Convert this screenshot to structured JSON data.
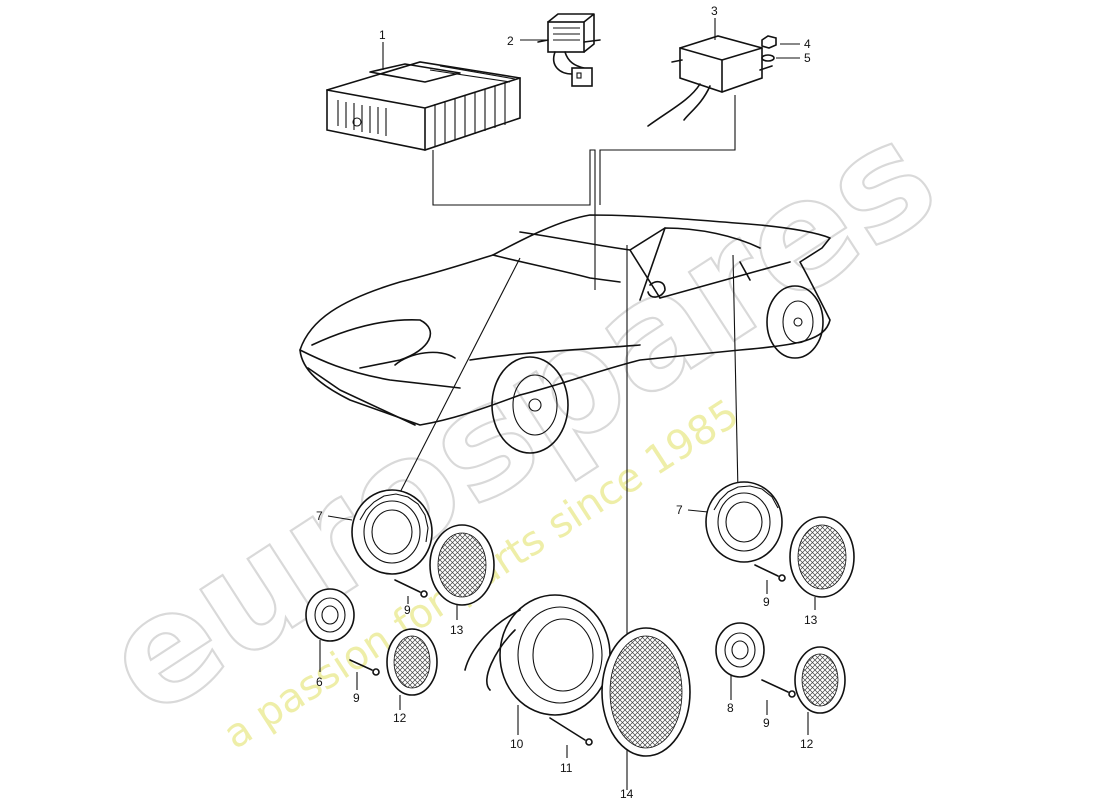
{
  "watermark": {
    "brand": "eurospares",
    "tagline": "a passion for parts since 1985"
  },
  "callouts": [
    {
      "id": "c1",
      "text": "1"
    },
    {
      "id": "c2",
      "text": "2"
    },
    {
      "id": "c3",
      "text": "3"
    },
    {
      "id": "c4",
      "text": "4"
    },
    {
      "id": "c5",
      "text": "5"
    },
    {
      "id": "c7a",
      "text": "7"
    },
    {
      "id": "c7b",
      "text": "7"
    },
    {
      "id": "c9a",
      "text": "9"
    },
    {
      "id": "c9b",
      "text": "9"
    },
    {
      "id": "c9c",
      "text": "9"
    },
    {
      "id": "c9d",
      "text": "9"
    },
    {
      "id": "c13a",
      "text": "13"
    },
    {
      "id": "c13b",
      "text": "13"
    },
    {
      "id": "c6",
      "text": "6"
    },
    {
      "id": "c12a",
      "text": "12"
    },
    {
      "id": "c12b",
      "text": "12"
    },
    {
      "id": "c8",
      "text": "8"
    },
    {
      "id": "c10",
      "text": "10"
    },
    {
      "id": "c11",
      "text": "11"
    },
    {
      "id": "c14",
      "text": "14"
    }
  ]
}
